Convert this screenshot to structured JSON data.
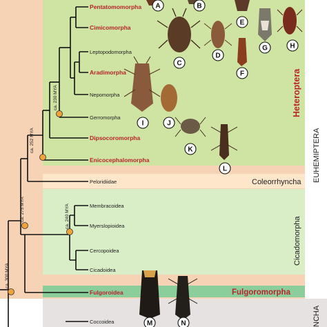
{
  "colors": {
    "euhemiptera_bg": "#f7d3b6",
    "heteroptera_bg": "#cfe3a2",
    "coleorrhyncha_bg": "#fde6c9",
    "cicadomorpha_bg": "#d9edc7",
    "fulgoromorpha_bg": "#8cce9b",
    "sternorrhyncha_bg": "#e5e2e1",
    "node": "#f2a23a",
    "red_label": "#b8242b"
  },
  "tree": {
    "taxa": {
      "pentatomomorpha": "Pentatomomorpha",
      "cimicomorpha": "Cimicomorpha",
      "leptopodomorpha": "Leptopodomorpha",
      "aradimorpha": "Aradimorpha",
      "nepomorpha": "Nepomorpha",
      "gerromorpha": "Gerromorpha",
      "dipsocoromorpha": "Dipsocoromorpha",
      "enicocephalomorpha": "Enicocephalomorpha",
      "peloridiidae": "Peloridiidae",
      "membracoidea": "Membracoidea",
      "myerslopioidea": "Myerslopioidea",
      "cercopoidea": "Cercopoidea",
      "cicadoidea": "Cicadoidea",
      "fulgoroidea": "Fulgoroidea",
      "coccoidea": "Coccoidea"
    },
    "dates": {
      "node_230": "ca. 230 MYA",
      "node_252": "ca. 252 MYA",
      "node_275": "ca. 275 MYA",
      "node_240": "ca. 240 MYA",
      "node_300": "ca. 300 MYA"
    }
  },
  "groups": {
    "heteroptera": "Heteroptera",
    "coleorrhyncha": "Coleorrhyncha",
    "cicadomorpha": "Cicadomorpha",
    "fulgoromorpha": "Fulgoromorpha",
    "euhemiptera": "EUHEMIPTERA",
    "sternorrhyncha_partial": "NCHA"
  },
  "specimen_labels": [
    "A",
    "B",
    "C",
    "D",
    "E",
    "F",
    "G",
    "H",
    "I",
    "J",
    "K",
    "L",
    "M",
    "N"
  ]
}
